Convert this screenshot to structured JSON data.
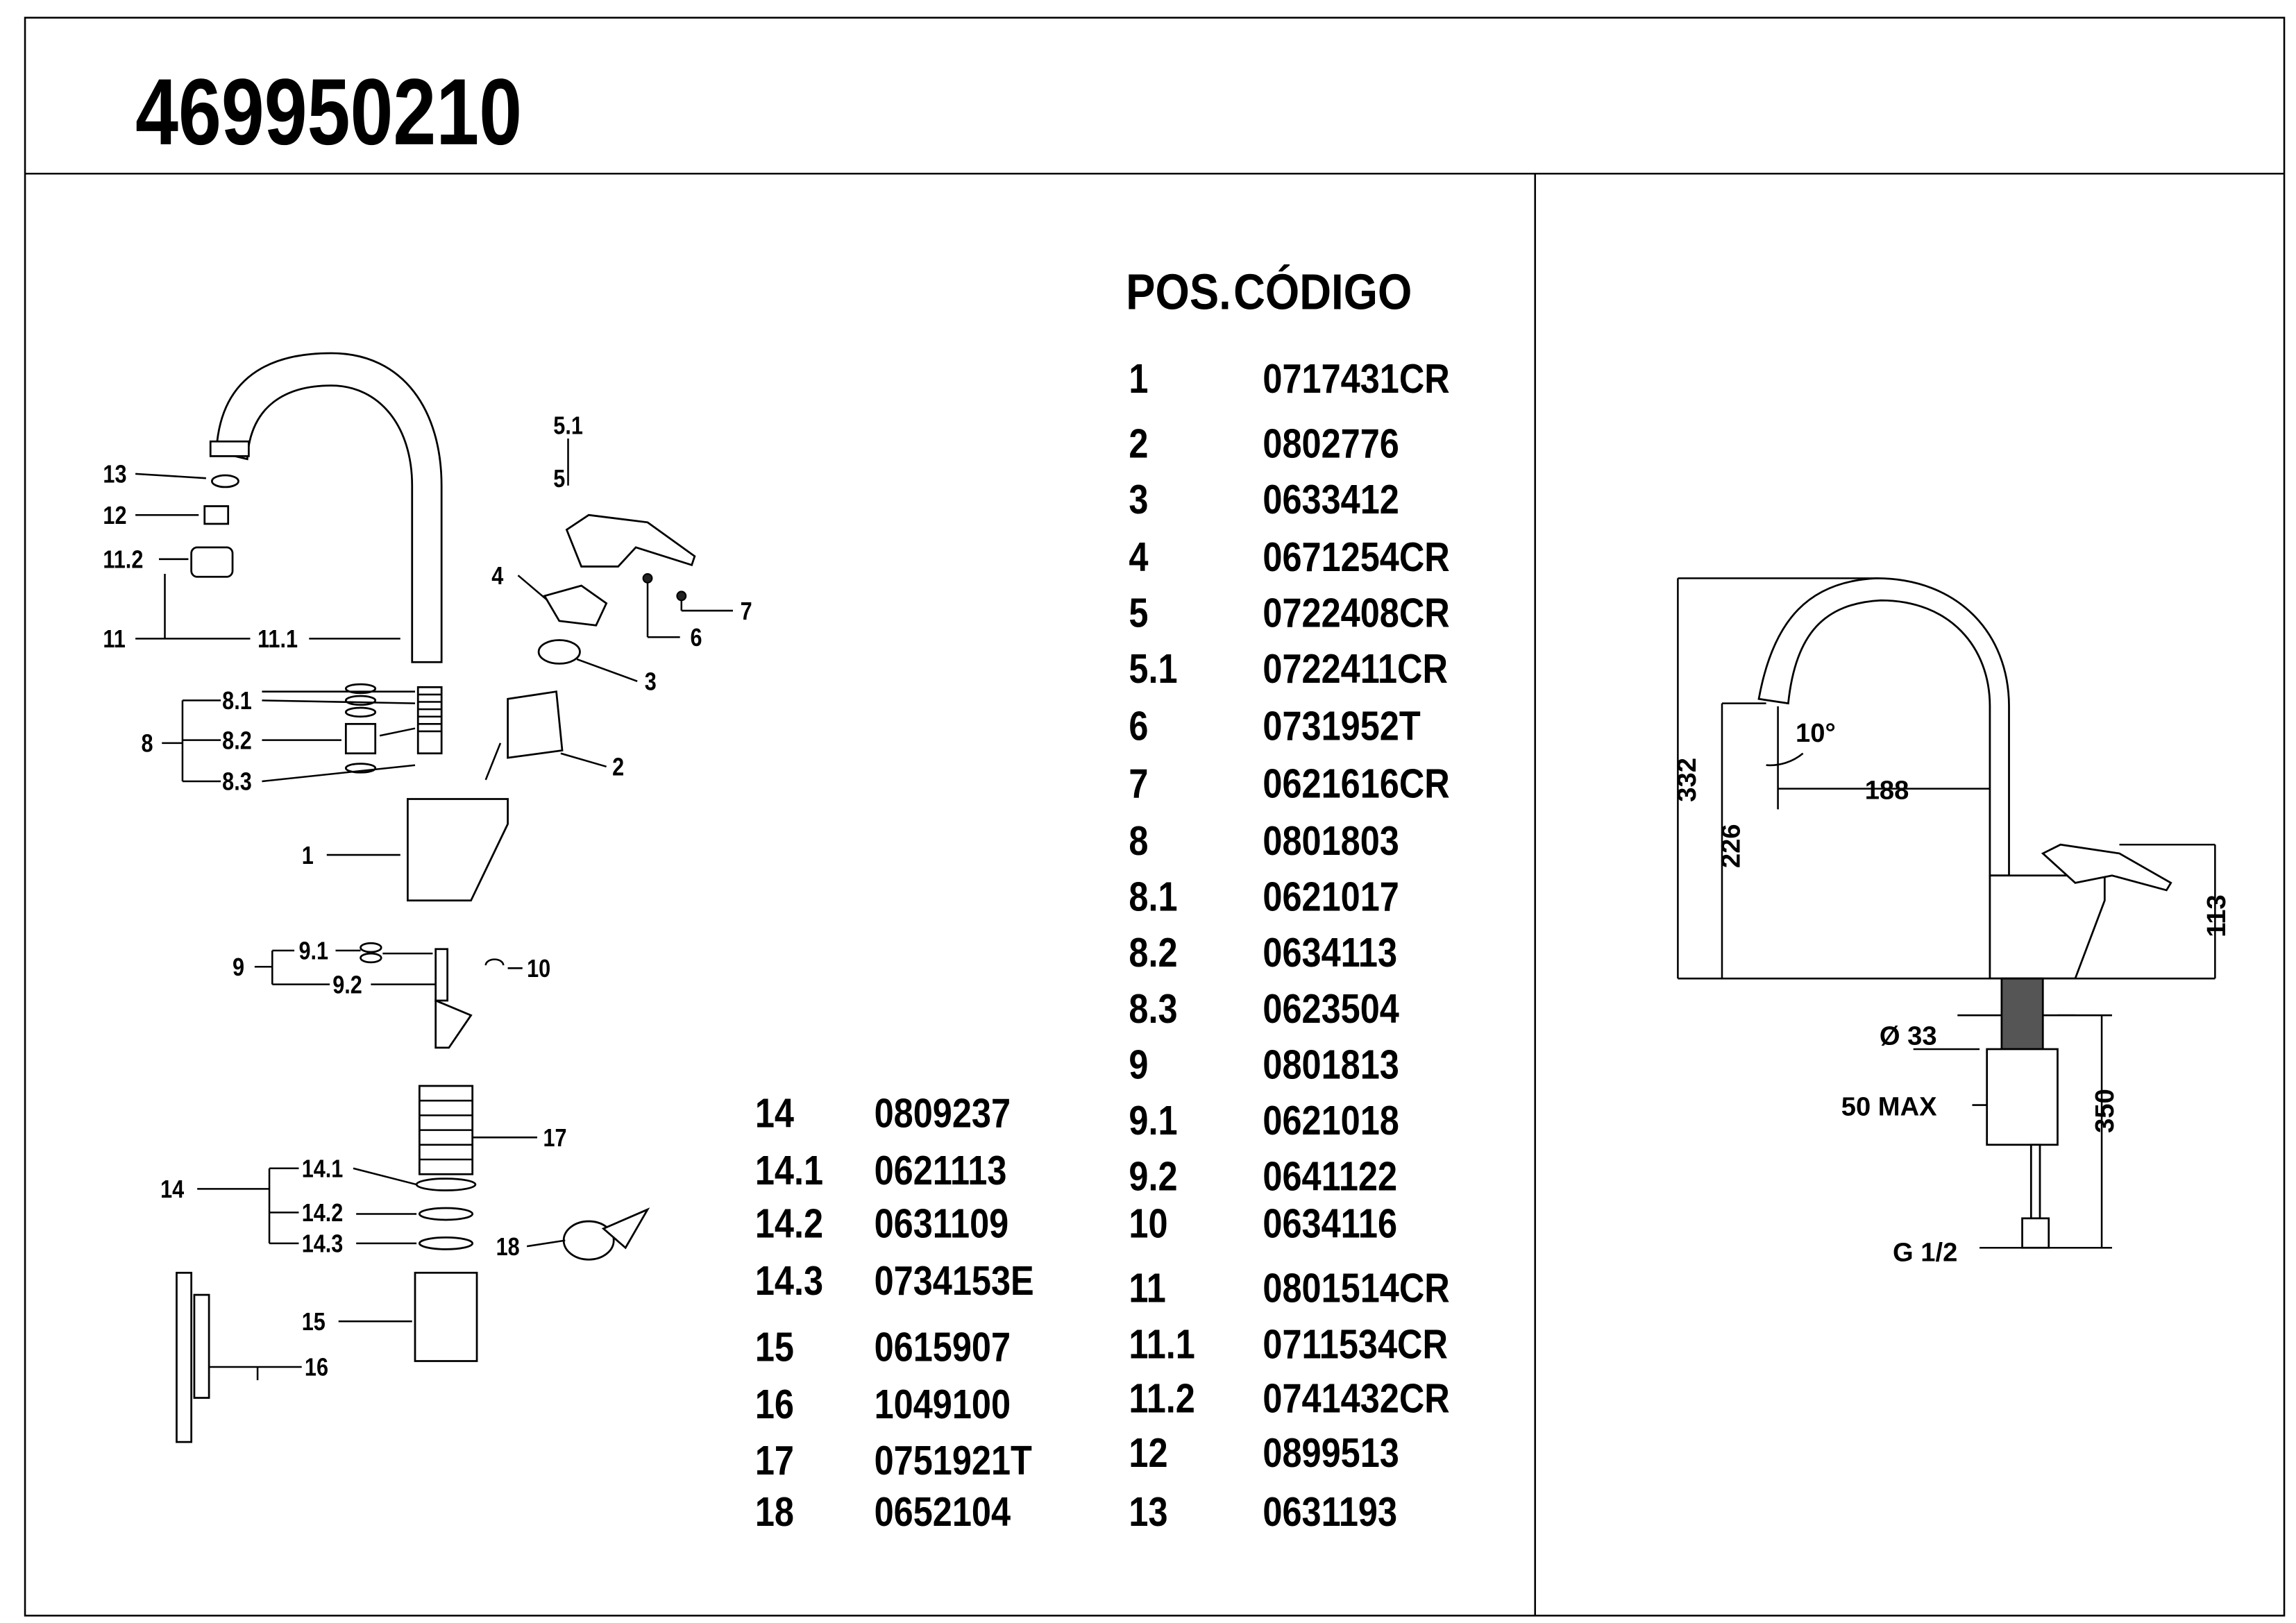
{
  "title": "469950210",
  "table_header": {
    "pos": "POS.",
    "code": "CÓDIGO"
  },
  "parts_right": [
    {
      "pos": "1",
      "code": "0717431CR"
    },
    {
      "pos": "2",
      "code": "0802776"
    },
    {
      "pos": "3",
      "code": "0633412"
    },
    {
      "pos": "4",
      "code": "0671254CR"
    },
    {
      "pos": "5",
      "code": "0722408CR"
    },
    {
      "pos": "5.1",
      "code": "0722411CR"
    },
    {
      "pos": "6",
      "code": "0731952T"
    },
    {
      "pos": "7",
      "code": "0621616CR"
    },
    {
      "pos": "8",
      "code": "0801803"
    },
    {
      "pos": "8.1",
      "code": "0621017"
    },
    {
      "pos": "8.2",
      "code": "0634113"
    },
    {
      "pos": "8.3",
      "code": "0623504"
    },
    {
      "pos": "9",
      "code": "0801813"
    },
    {
      "pos": "9.1",
      "code": "0621018"
    },
    {
      "pos": "9.2",
      "code": "0641122"
    },
    {
      "pos": "10",
      "code": "0634116"
    },
    {
      "pos": "11",
      "code": "0801514CR"
    },
    {
      "pos": "11.1",
      "code": "0711534CR"
    },
    {
      "pos": "11.2",
      "code": "0741432CR"
    },
    {
      "pos": "12",
      "code": "0899513"
    },
    {
      "pos": "13",
      "code": "0631193"
    }
  ],
  "parts_left": [
    {
      "pos": "14",
      "code": "0809237"
    },
    {
      "pos": "14.1",
      "code": "0621113"
    },
    {
      "pos": "14.2",
      "code": "0631109"
    },
    {
      "pos": "14.3",
      "code": "0734153E"
    },
    {
      "pos": "15",
      "code": "0615907"
    },
    {
      "pos": "16",
      "code": "1049100"
    },
    {
      "pos": "17",
      "code": "0751921T"
    },
    {
      "pos": "18",
      "code": "0652104"
    }
  ],
  "callouts": [
    "13",
    "12",
    "11.2",
    "11",
    "11.1",
    "5.1",
    "5",
    "4",
    "7",
    "6",
    "3",
    "8.1",
    "8.2",
    "8.3",
    "8",
    "2",
    "1",
    "9.1",
    "9",
    "10",
    "9.2",
    "17",
    "14.1",
    "14",
    "14.2",
    "14.3",
    "18",
    "15",
    "16"
  ],
  "dimensions": {
    "total_height": "332",
    "spout_height": "226",
    "angle": "10°",
    "reach": "188",
    "lever_height": "113",
    "body_diameter": "Ø 33",
    "max_counter": "50 MAX",
    "hose_length": "350",
    "thread": "G 1/2"
  }
}
